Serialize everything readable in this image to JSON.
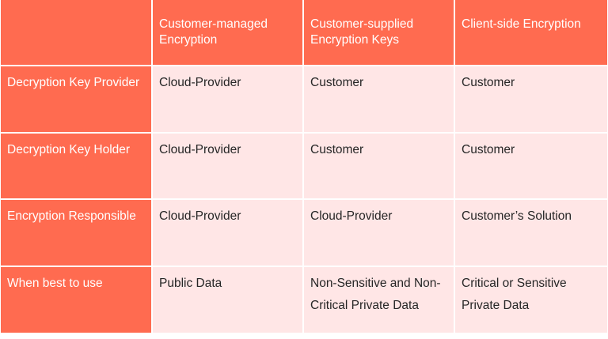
{
  "table": {
    "columns": [
      "",
      "Customer-managed Encryption",
      "Customer-supplied Encryption Keys",
      "Client-side Encryption"
    ],
    "rows": [
      {
        "label": "Decryption Key Provider",
        "cells": [
          "Cloud-Provider",
          "Customer",
          "Customer"
        ]
      },
      {
        "label": "Decryption Key Holder",
        "cells": [
          "Cloud-Provider",
          "Customer",
          "Customer"
        ]
      },
      {
        "label": "Encryption Responsible",
        "cells": [
          "Cloud-Provider",
          "Cloud-Provider",
          "Customer’s Solution"
        ]
      },
      {
        "label": "When best to use",
        "cells": [
          "Public Data",
          "Non-Sensitive and Non-Critical Private Data",
          "Critical or Sensitive Private Data"
        ]
      }
    ]
  },
  "colors": {
    "header_bg": "#ff6b50",
    "body_bg": "#ffe6e6",
    "header_text": "#ffffff",
    "body_text": "#262626"
  }
}
